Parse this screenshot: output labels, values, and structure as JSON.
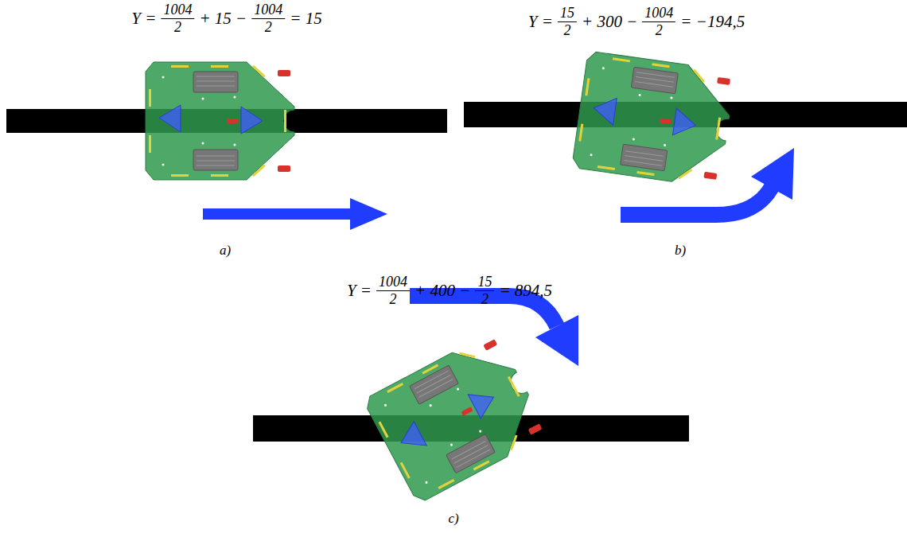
{
  "diagram": {
    "labels": [
      "Y =",
      "1004",
      "2",
      "+ 15 −",
      "1004",
      "2",
      "= 15",
      "Y =",
      "15",
      "2",
      "+ 300 −",
      "1004",
      "2",
      "= −194,5",
      "Y =",
      "1004",
      "2",
      "+ 400 −",
      "15",
      "2",
      "= 894,5",
      "a)",
      "b)",
      "c)"
    ]
  }
}
